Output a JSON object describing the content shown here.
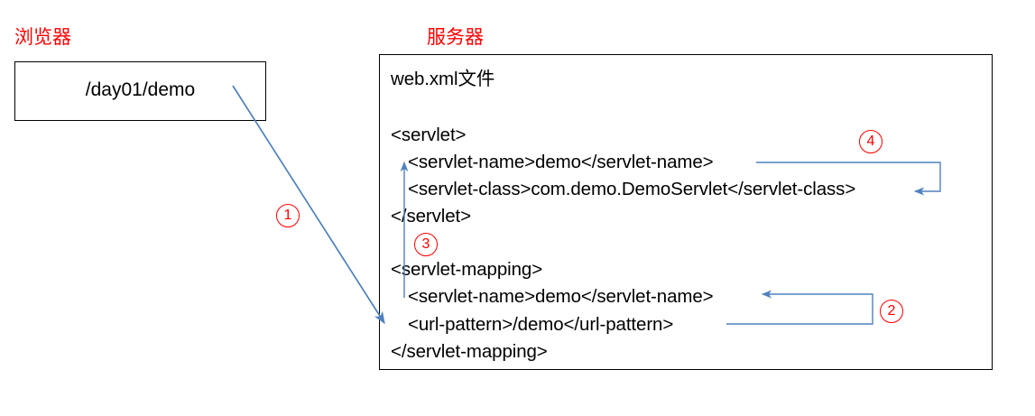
{
  "diagram": {
    "title_browser": "浏览器",
    "title_server": "服务器",
    "accent_red": "#ff0000",
    "accent_blue": "#4f81bd",
    "line_black": "#000000"
  },
  "browser": {
    "label": "浏览器",
    "url": "/day01/demo"
  },
  "server": {
    "label": "服务器",
    "file_title": "web.xml文件",
    "code_lines": [
      {
        "text": "<servlet>",
        "indent": 0
      },
      {
        "text": "<servlet-name>demo</servlet-name>",
        "indent": 1
      },
      {
        "text": "<servlet-class>com.demo.DemoServlet</servlet-class>",
        "indent": 1
      },
      {
        "text": "</servlet>",
        "indent": 0
      },
      {
        "text": "<servlet-mapping>",
        "indent": 0
      },
      {
        "text": "<servlet-name>demo</servlet-name>",
        "indent": 1
      },
      {
        "text": "<url-pattern>/demo</url-pattern>",
        "indent": 1
      },
      {
        "text": "</servlet-mapping>",
        "indent": 0
      }
    ]
  },
  "annotations": {
    "step1": "①",
    "step2": "②",
    "step3": "③",
    "step4": "④",
    "step1_plain": "1",
    "step2_plain": "2",
    "step3_plain": "3",
    "step4_plain": "4"
  }
}
